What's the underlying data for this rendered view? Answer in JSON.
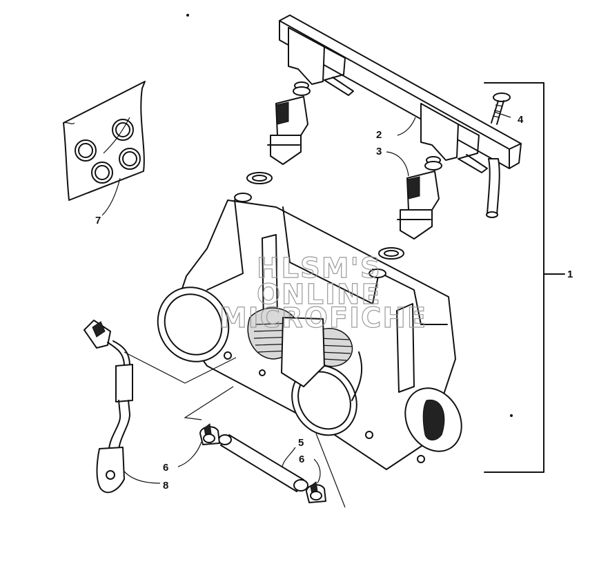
{
  "callouts": {
    "c1": "1",
    "c2": "2",
    "c3": "3",
    "c4": "4",
    "c5": "5",
    "c6a": "6",
    "c6b": "6",
    "c7": "7",
    "c8": "8"
  },
  "watermark": {
    "line1": "HLSM'S",
    "line2": "ONLINE",
    "line3": "MICROFICHE"
  }
}
